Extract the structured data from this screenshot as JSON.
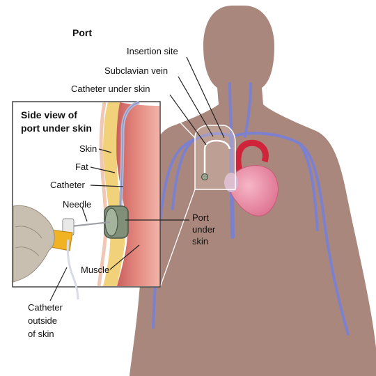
{
  "title": "Port",
  "labels": {
    "insertion_site": "Insertion site",
    "subclavian_vein": "Subclavian vein",
    "catheter_under_skin": "Catheter under skin",
    "port_under_skin": [
      "Port",
      "under",
      "skin"
    ],
    "catheter_outside": [
      "Catheter",
      "outside",
      "of skin"
    ]
  },
  "inset": {
    "title": [
      "Side view of",
      "port under skin"
    ],
    "skin": "Skin",
    "fat": "Fat",
    "catheter": "Catheter",
    "needle": "Needle",
    "muscle": "Muscle"
  },
  "colors": {
    "body": "#a9877c",
    "vein": "#7b80cf",
    "heart": "#e58aa6",
    "aorta": "#d0243a",
    "muscle": "#d86f6a",
    "fat": "#f1d27a"
  }
}
